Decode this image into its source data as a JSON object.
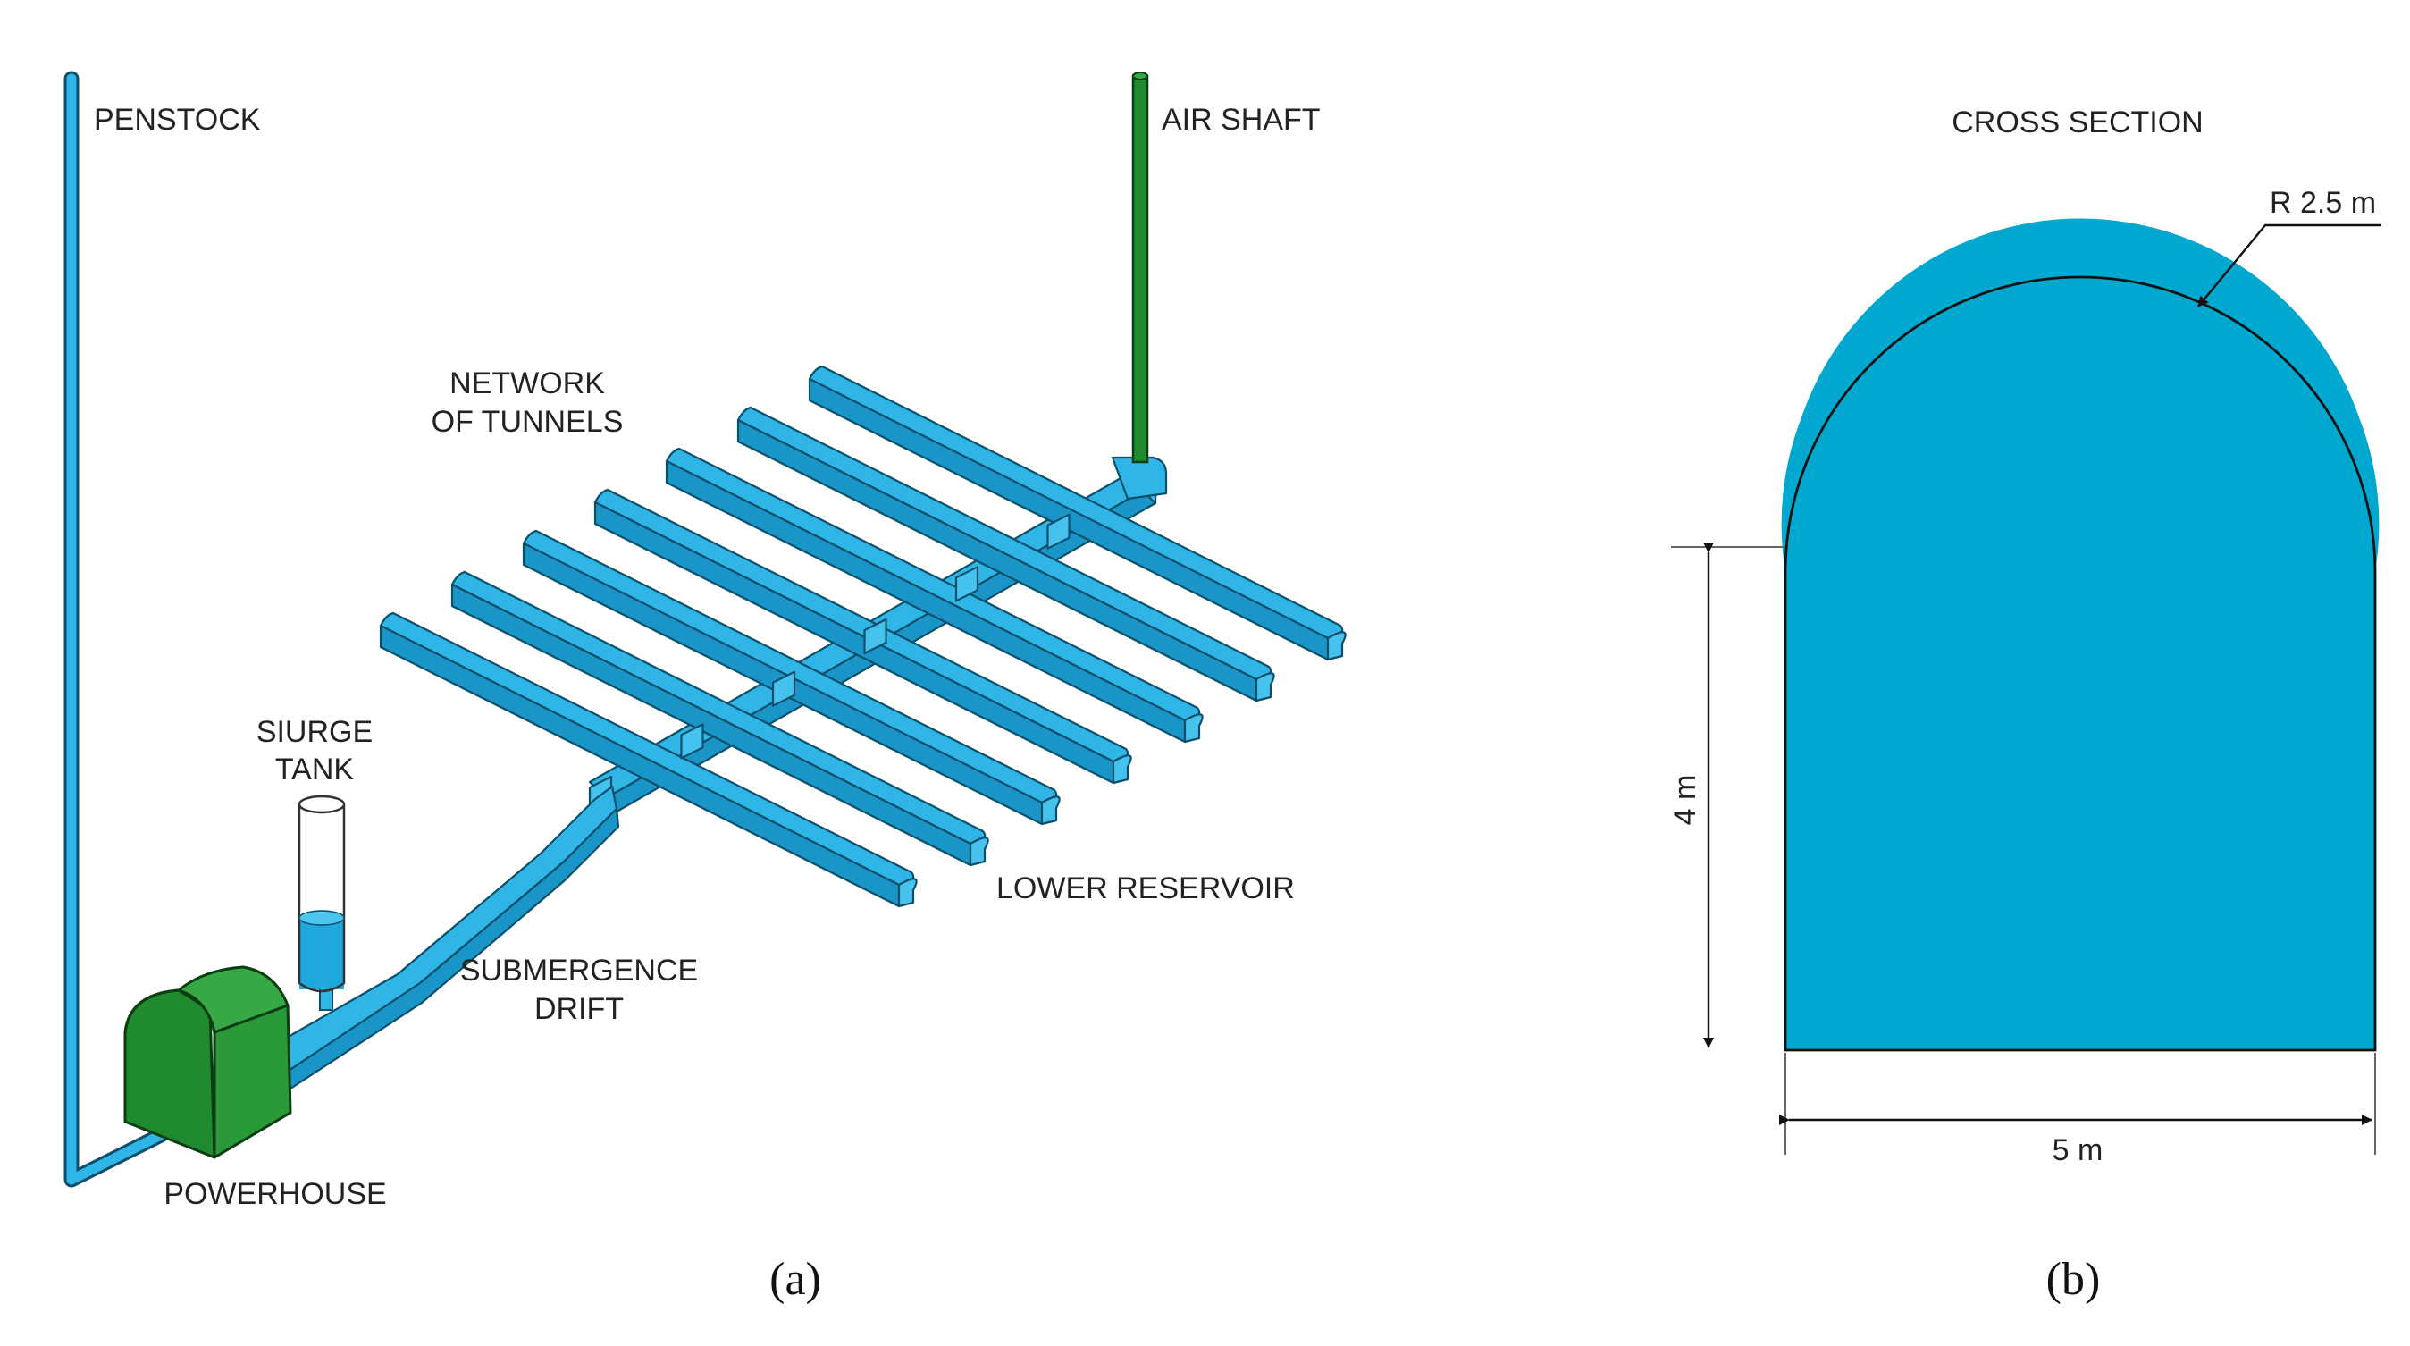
{
  "panel_a": {
    "labels": {
      "penstock": "PENSTOCK",
      "air_shaft": "AIR SHAFT",
      "network_line1": "NETWORK",
      "network_line2": "OF TUNNELS",
      "surge_line1": "SIURGE",
      "surge_line2": "TANK",
      "lower_reservoir": "LOWER RESERVOIR",
      "submergence_line1": "SUBMERGENCE",
      "submergence_line2": "DRIFT",
      "powerhouse": "POWERHOUSE"
    },
    "caption": "(a)",
    "colors": {
      "water": "#1fa8dc",
      "structure_green": "#1f8a2e",
      "outline": "#0c4f6b"
    }
  },
  "panel_b": {
    "title": "CROSS SECTION",
    "radius_label": "R 2.5 m",
    "height_label": "4 m",
    "width_label": "5 m",
    "caption": "(b)",
    "colors": {
      "water": "#00a7cf",
      "outline": "#111111"
    }
  }
}
